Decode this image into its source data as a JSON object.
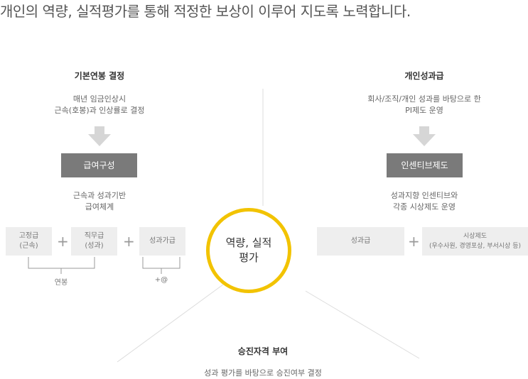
{
  "headline": "개인의 역량, 실적평가를 통해 적정한 보상이 이루어 지도록 노력합니다.",
  "left": {
    "title": "기본연봉 결정",
    "desc_lines": [
      "매년 임금인상시",
      "근속(호봉)과 인상률로 결정"
    ],
    "box": "급여구성",
    "sub_lines": [
      "근속과 성과기반",
      "급여체계"
    ],
    "items": [
      {
        "lines": [
          "고정급",
          "(근속)"
        ]
      },
      {
        "lines": [
          "직무급",
          "(성과)"
        ]
      },
      {
        "lines": [
          "성과가급"
        ]
      }
    ],
    "plus": "+",
    "bracket1_label": "연봉",
    "bracket2_label": "+@"
  },
  "right": {
    "title": "개인성과급",
    "desc_lines": [
      "회사/조직/개인 성과를 바탕으로 한",
      "PI제도 운영"
    ],
    "box": "인센티브제도",
    "sub_lines": [
      "성과지향 인센티브와",
      "각종 시상제도 운영"
    ],
    "items": [
      {
        "lines": [
          "성과급"
        ]
      },
      {
        "lines": [
          "시상제도",
          "(우수사원, 경영포상, 부서시상 등)"
        ]
      }
    ],
    "plus": "+"
  },
  "center": {
    "lines": [
      "역량, 실적",
      "평가"
    ]
  },
  "bottom": {
    "title": "승진자격 부여",
    "desc": "성과 평가를 바탕으로 승진여부 결정"
  },
  "colors": {
    "accent": "#f2c300",
    "dark_box": "#7a7a7a",
    "light_box": "#eeeeee"
  }
}
